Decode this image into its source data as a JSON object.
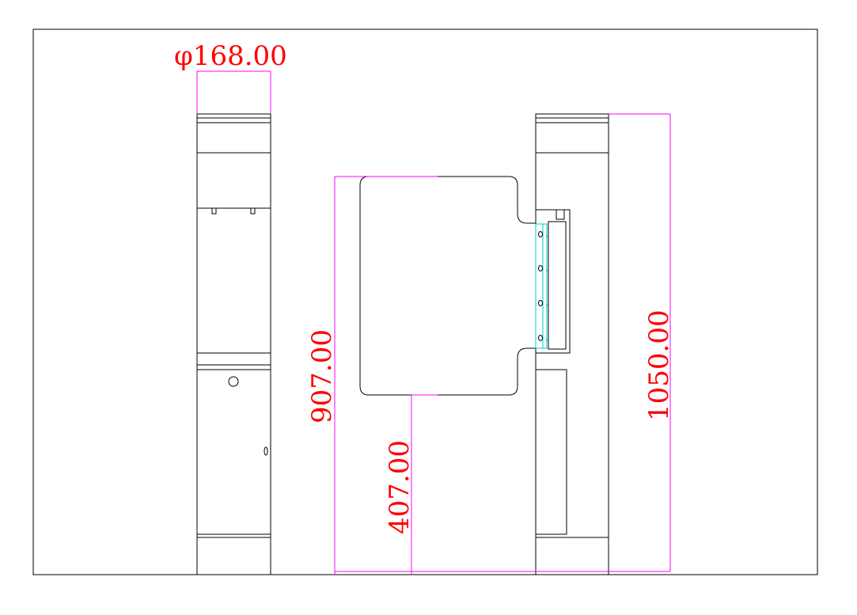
{
  "colors": {
    "outline": "#000000",
    "dimension": "#ff00ff",
    "dimension_text": "#ff0000",
    "detail": "#00cccc",
    "background": "#ffffff"
  },
  "dimensions": {
    "diameter": "φ168.00",
    "total_height": "1050.00",
    "flap_top_height": "907.00",
    "flap_bottom_height": "407.00"
  }
}
